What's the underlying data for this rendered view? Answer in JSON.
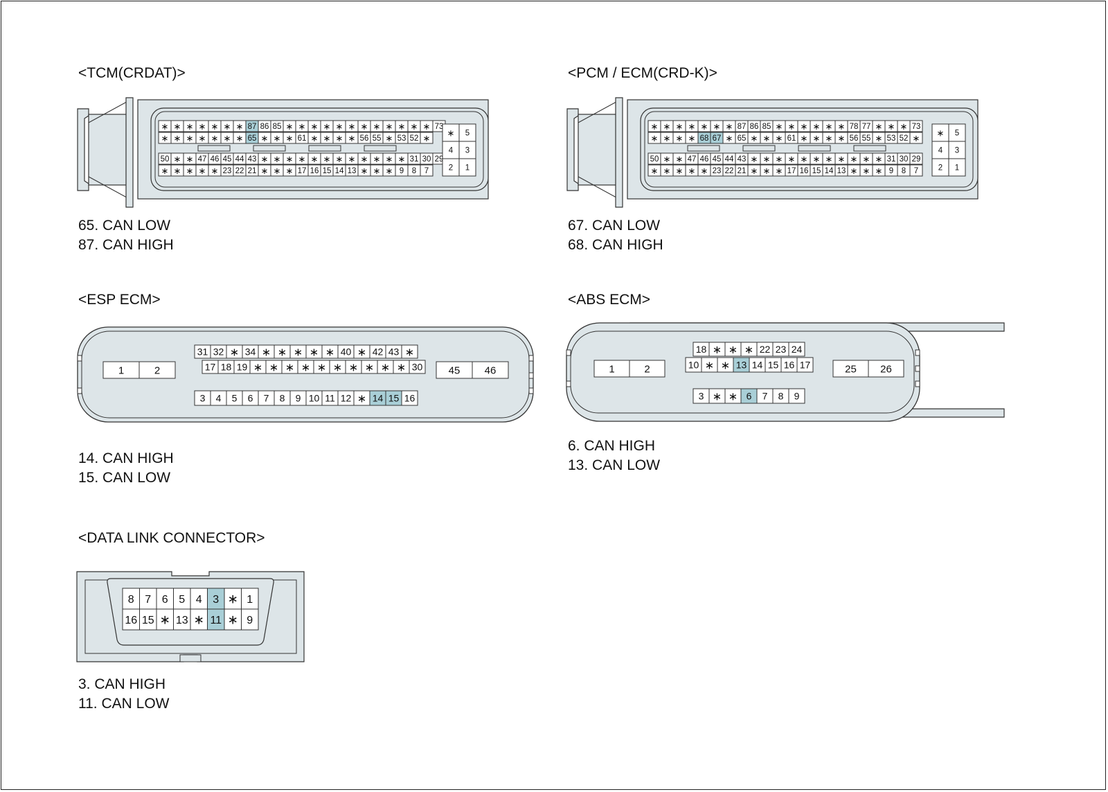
{
  "colors": {
    "body_fill": "#dde5e8",
    "outline": "#333333",
    "cell_fill": "#ffffff",
    "highlight": "#a9cfd7"
  },
  "connectors": [
    {
      "key": "tcm",
      "title": "<TCM(CRDAT)>",
      "rows": [
        [
          "*",
          "*",
          "*",
          "*",
          "*",
          "*",
          "*",
          "87",
          "86",
          "85",
          "*",
          "*",
          "*",
          "*",
          "*",
          "*",
          "*",
          "*",
          "*",
          "*",
          "*",
          "*",
          "73"
        ],
        [
          "*",
          "*",
          "*",
          "*",
          "*",
          "*",
          "*",
          "65",
          "*",
          "*",
          "*",
          "61",
          "*",
          "*",
          "*",
          "*",
          "56",
          "55",
          "*",
          "53",
          "52",
          "*"
        ],
        [
          "50",
          "*",
          "*",
          "47",
          "46",
          "45",
          "44",
          "43",
          "*",
          "*",
          "*",
          "*",
          "*",
          "*",
          "*",
          "*",
          "*",
          "*",
          "*",
          "*",
          "31",
          "30",
          "29"
        ],
        [
          "*",
          "*",
          "*",
          "*",
          "*",
          "23",
          "22",
          "21",
          "*",
          "*",
          "*",
          "17",
          "16",
          "15",
          "14",
          "13",
          "*",
          "*",
          "*",
          "9",
          "8",
          "7"
        ]
      ],
      "side_block": [
        [
          "*",
          "5"
        ],
        [
          "4",
          "3"
        ],
        [
          "2",
          "1"
        ]
      ],
      "highlight": [
        "87",
        "65"
      ],
      "notes": [
        "65. CAN LOW",
        "87. CAN HIGH"
      ]
    },
    {
      "key": "pcm",
      "title": "<PCM / ECM(CRD-K)>",
      "rows": [
        [
          "*",
          "*",
          "*",
          "*",
          "*",
          "*",
          "*",
          "87",
          "86",
          "85",
          "*",
          "*",
          "*",
          "*",
          "*",
          "*",
          "78",
          "77",
          "*",
          "*",
          "*",
          "73"
        ],
        [
          "*",
          "*",
          "*",
          "*",
          "68",
          "67",
          "*",
          "65",
          "*",
          "*",
          "*",
          "61",
          "*",
          "*",
          "*",
          "*",
          "56",
          "55",
          "*",
          "53",
          "52",
          "*"
        ],
        [
          "50",
          "*",
          "*",
          "47",
          "46",
          "45",
          "44",
          "43",
          "*",
          "*",
          "*",
          "*",
          "*",
          "*",
          "*",
          "*",
          "*",
          "*",
          "*",
          "31",
          "30",
          "29"
        ],
        [
          "*",
          "*",
          "*",
          "*",
          "*",
          "23",
          "22",
          "21",
          "*",
          "*",
          "*",
          "17",
          "16",
          "15",
          "14",
          "13",
          "*",
          "*",
          "*",
          "9",
          "8",
          "7"
        ]
      ],
      "side_block": [
        [
          "*",
          "5"
        ],
        [
          "4",
          "3"
        ],
        [
          "2",
          "1"
        ]
      ],
      "highlight": [
        "68",
        "67"
      ],
      "notes": [
        "67. CAN LOW",
        "68. CAN HIGH"
      ]
    },
    {
      "key": "esp",
      "title": "<ESP ECM>",
      "left_pins": [
        "1",
        "2"
      ],
      "right_pins": [
        "45",
        "46"
      ],
      "rows": [
        [
          "31",
          "32",
          "*",
          "34",
          "*",
          "*",
          "*",
          "*",
          "*",
          "40",
          "*",
          "42",
          "43",
          "*"
        ],
        [
          "17",
          "18",
          "19",
          "*",
          "*",
          "*",
          "*",
          "*",
          "*",
          "*",
          "*",
          "*",
          "*",
          "30"
        ],
        [
          "3",
          "4",
          "5",
          "6",
          "7",
          "8",
          "9",
          "10",
          "11",
          "12",
          "*",
          "14",
          "15",
          "16"
        ]
      ],
      "highlight": [
        "14",
        "15"
      ],
      "notes": [
        "14. CAN HIGH",
        "15. CAN LOW"
      ]
    },
    {
      "key": "abs",
      "title": "<ABS ECM>",
      "left_pins": [
        "1",
        "2"
      ],
      "right_pins": [
        "25",
        "26"
      ],
      "rows": [
        [
          "18",
          "*",
          "*",
          "*",
          "22",
          "23",
          "24"
        ],
        [
          "10",
          "*",
          "*",
          "13",
          "14",
          "15",
          "16",
          "17"
        ],
        [
          "3",
          "*",
          "*",
          "6",
          "7",
          "8",
          "9"
        ]
      ],
      "highlight": [
        "13",
        "6"
      ],
      "notes": [
        "6. CAN HIGH",
        "13. CAN LOW"
      ]
    },
    {
      "key": "dlc",
      "title": "<DATA LINK CONNECTOR>",
      "rows": [
        [
          "8",
          "7",
          "6",
          "5",
          "4",
          "3",
          "*",
          "1"
        ],
        [
          "16",
          "15",
          "*",
          "13",
          "*",
          "11",
          "*",
          "9"
        ]
      ],
      "highlight": [
        "3",
        "11"
      ],
      "notes": [
        "3. CAN HIGH",
        "11. CAN LOW"
      ]
    }
  ]
}
